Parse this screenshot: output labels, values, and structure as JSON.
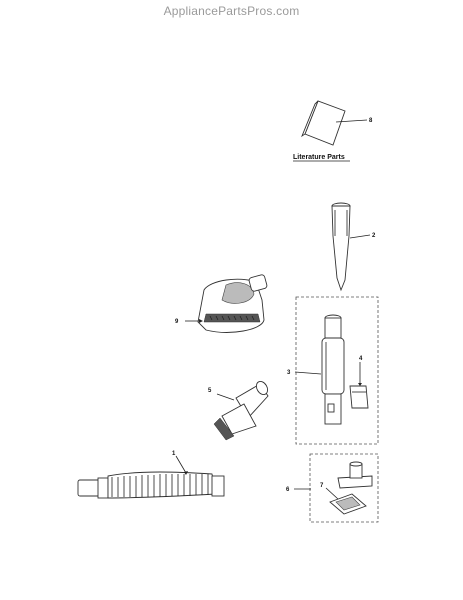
{
  "watermark": "AppliancePartsPros.com",
  "literature_label": "Literature Parts",
  "callouts": {
    "c1": "1",
    "c2": "2",
    "c3": "3",
    "c4": "4",
    "c5": "5",
    "c6": "6",
    "c7": "7",
    "c8": "8",
    "c9": "9"
  },
  "colors": {
    "line": "#222222",
    "watermark": "#9a9a9a"
  }
}
